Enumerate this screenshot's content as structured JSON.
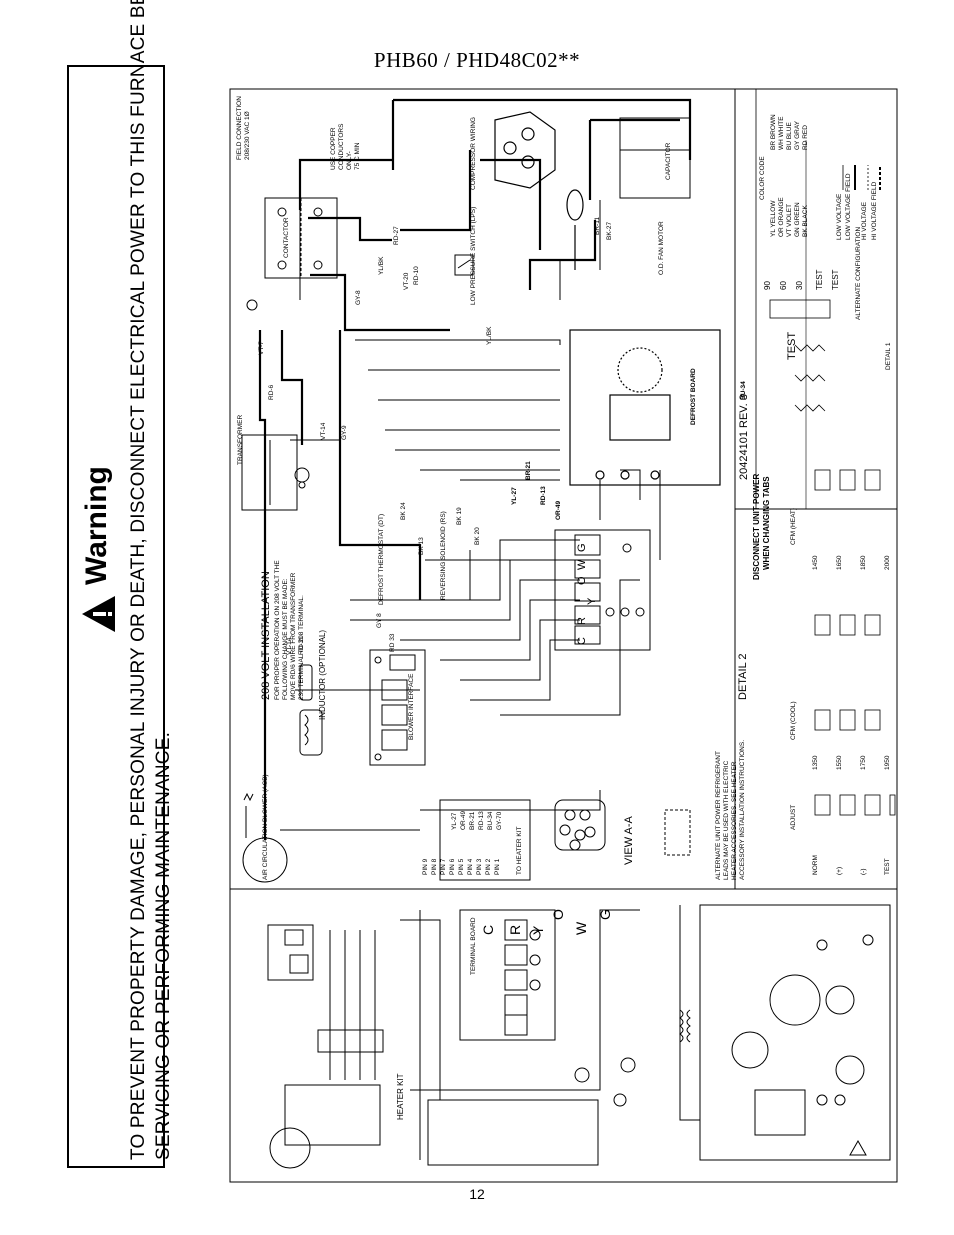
{
  "header": {
    "model_title": "PHB60 / PHD48C02**"
  },
  "footer": {
    "page_number": "12"
  },
  "warning": {
    "title": "Warning",
    "line1": "TO PREVENT PROPERTY DAMAGE, PERSONAL INJURY OR DEATH, DISCONNECT ELECTRICAL POWER TO THIS FURNACE BEFORE",
    "line2": "SERVICING OR PERFORMING MAINTENANCE."
  },
  "diagram": {
    "revision": "20424101 REV. 3",
    "color_code": {
      "title": "COLOR CODE",
      "col1": [
        "YL YELLOW",
        "OR ORANGE",
        "VT VIOLET",
        "GN GREEN",
        "BK BLACK"
      ],
      "col2": [
        "BR BROWN",
        "WH WHITE",
        "BU BLUE",
        "GY GRAY",
        "RD RED"
      ]
    },
    "legend": [
      "LOW VOLTAGE",
      "LOW VOLTAGE FIELD",
      "HI VOLTAGE",
      "HI VOLTAGE FIELD"
    ],
    "install_208": {
      "title": "208 VOLT INSTALLATION",
      "text": [
        "FOR PROPER OPERATION ON 208 VOLT THE",
        "FOLLOWING CHANGE MUST BE MADE:",
        "MOVE RD/6 WIRE FROM TRANSFORMER",
        "230 TERMINAL TO 208 TERMINAL."
      ]
    },
    "components": {
      "transformer": "TRANSFORMER",
      "contactor": "CONTACTOR",
      "compressor": "COMPRESSOR WIRING",
      "capacitor": "CAPACITOR",
      "od_fan_motor": "O.D. FAN MOTOR",
      "low_pressure_switch": "LOW PRESSURE SWITCH (LPS)",
      "defrost_board": "DEFROST BOARD",
      "defrost_thermostat": "DEFROST THERMOSTAT (DT)",
      "reversing_solenoid": "REVERSING SOLENOID (RS)",
      "blower_interface": "BLOWER INTERFACE",
      "inductor": "INDUCTOR (OPTIONAL)",
      "air_circulation_blower": "AIR CIRCULATION BLOWER (ACB)",
      "view_aa": "VIEW A-A",
      "to_heater_kit": "TO HEATER KIT",
      "terminal_board": "TERMINAL BOARD",
      "heater_kit": "HEATER KIT",
      "copper_note": [
        "USE COPPER",
        "CONDUCTORS",
        "ONLY-",
        "75 C MIN"
      ],
      "field_conn": [
        "FIELD CONNECTION",
        "208/230 VAC 1Ø"
      ]
    },
    "wires_right": [
      "VT-7",
      "RD-6",
      "VT-14",
      "GY-9",
      "GY-8",
      "YL/BK",
      "RD-27",
      "RD-10",
      "VT-20",
      "BR-11",
      "BK-27",
      "YL/BK",
      "BU-34"
    ],
    "wires_mid": [
      "BK 24",
      "BK 13",
      "BK 19",
      "BK 20",
      "YL-27",
      "BR-21",
      "RD-13",
      "OR-49",
      "GY 8",
      "RD 33",
      "VT-14",
      "RD-31"
    ],
    "pins": [
      "PIN 9",
      "PIN 8",
      "PIN 7",
      "PIN 6",
      "PIN 5",
      "PIN 4",
      "PIN 3",
      "PIN 2",
      "PIN 1"
    ],
    "pin_wires": [
      "YL-27",
      "OR-49",
      "BR-21",
      "RD-13",
      "BU-34",
      "GY-70"
    ],
    "terminals": [
      "G",
      "W",
      "O",
      "Y",
      "R",
      "C"
    ],
    "detail2": {
      "title": "DETAIL 2",
      "header_adjust": "ADJUST",
      "header_cfm_cool": "CFM (COOL)",
      "header_cfm_heat": "CFM (HEAT)",
      "rows": [
        {
          "adjust": "NORM",
          "cool": "1350",
          "heat": "1450"
        },
        {
          "adjust": "(+)",
          "cool": "1550",
          "heat": "1650"
        },
        {
          "adjust": "(-)",
          "cool": "1750",
          "heat": "1850"
        },
        {
          "adjust": "TEST",
          "cool": "1950",
          "heat": "2000"
        }
      ],
      "note": [
        "ALTERNATE UNIT POWER REFRIGERANT",
        "LEADS MAY BE USED WITH ELECTRIC",
        "HEATER ACCESSORIES. SEE HEATER",
        "ACCESSORY INSTALLATION INSTRUCTIONS."
      ],
      "disconnect": [
        "DISCONNECT UNIT POWER",
        "WHEN CHANGING TABS"
      ]
    },
    "detail1": {
      "title": "DETAIL 1",
      "settings": [
        "30",
        "60",
        "90",
        "TEST"
      ],
      "alt_config": "ALTERNATE CONFIGURATION",
      "test_label": "TEST"
    }
  }
}
